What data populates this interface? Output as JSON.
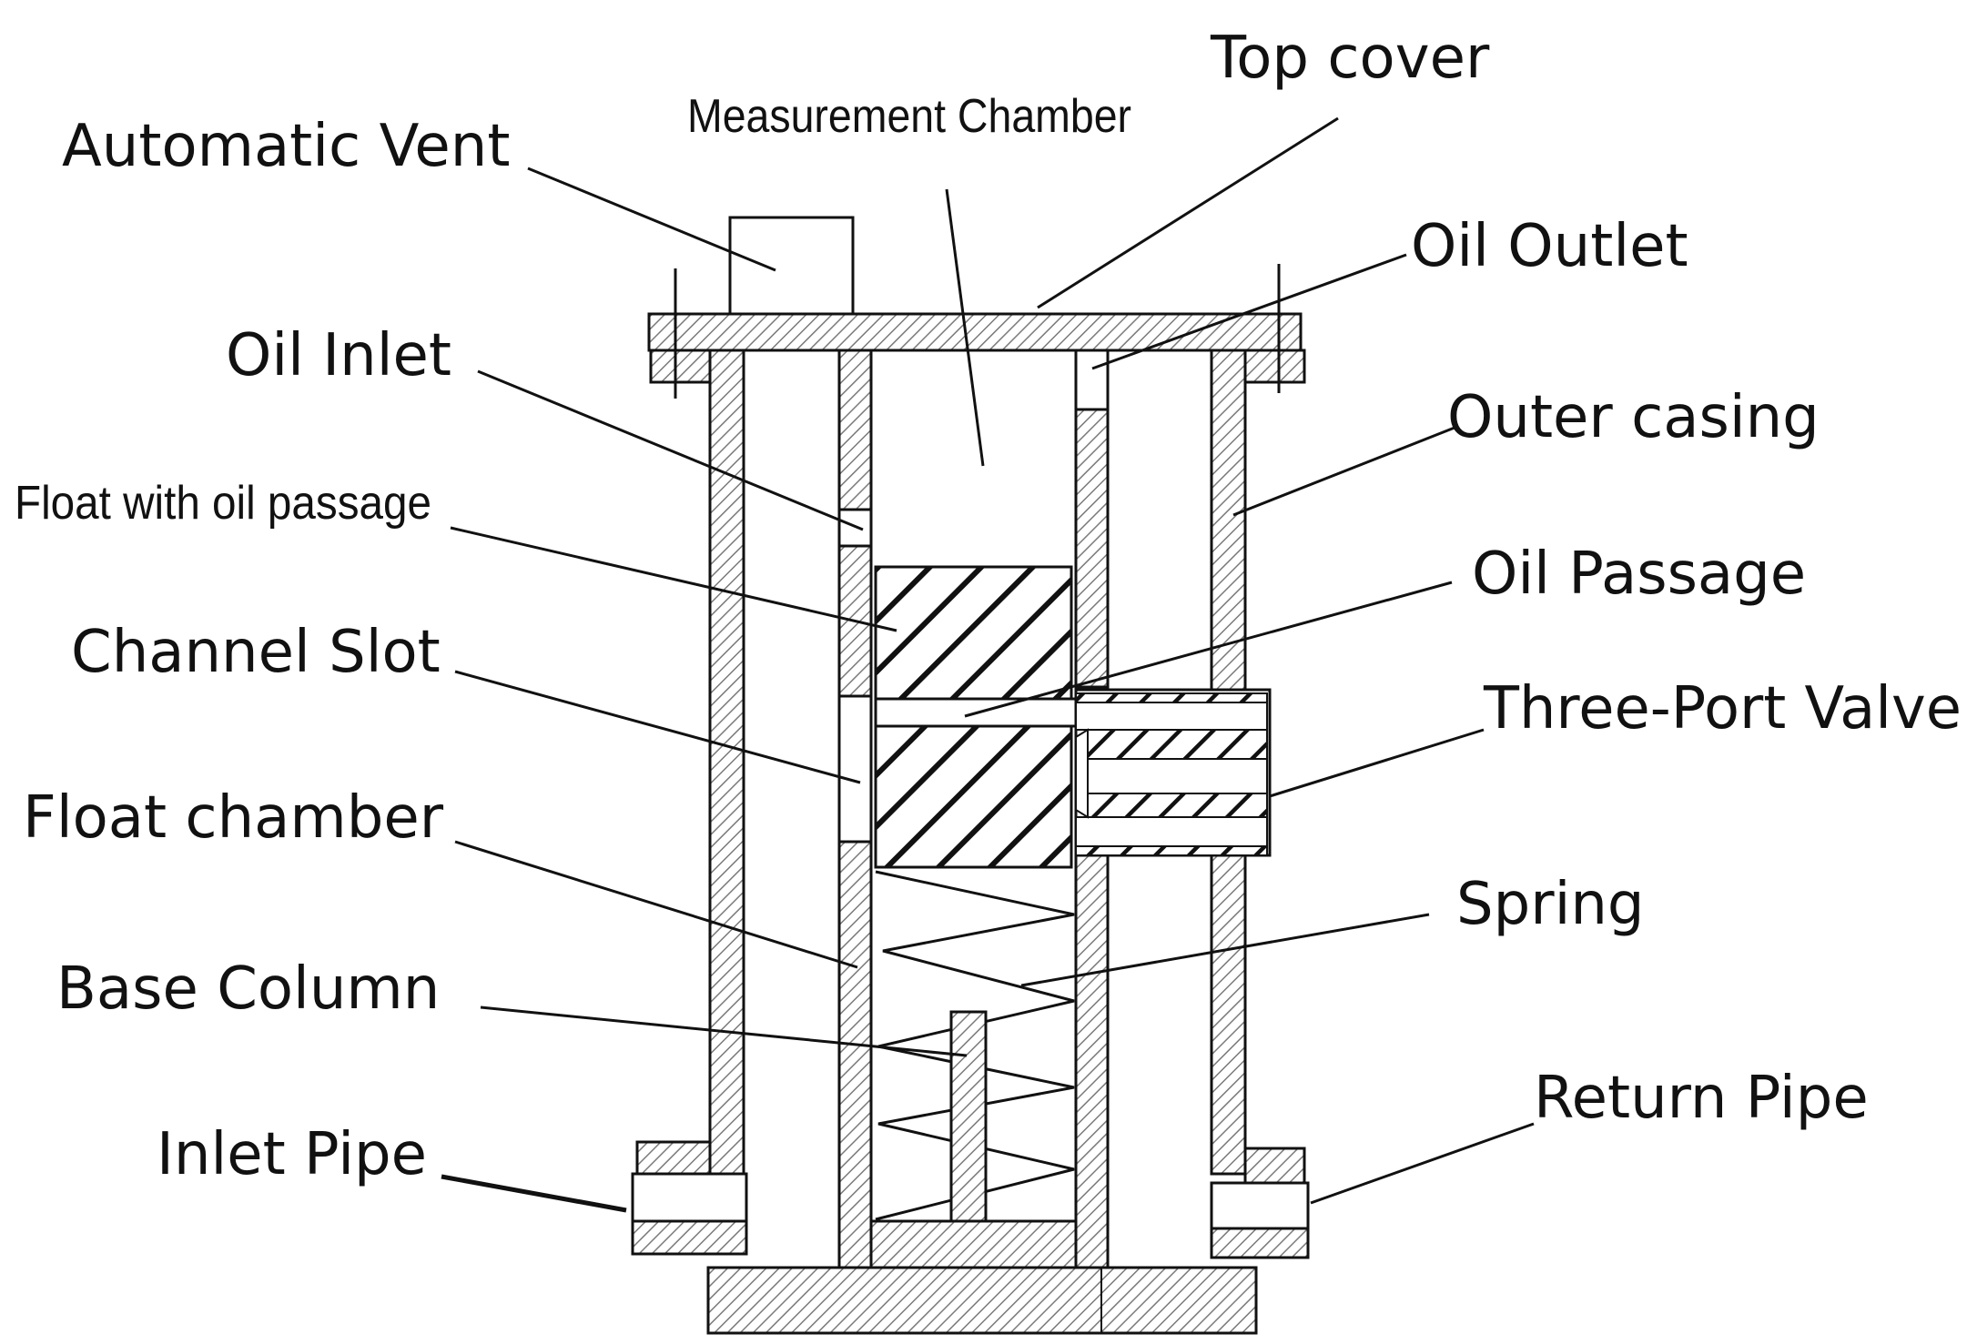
{
  "diagram": {
    "labels": {
      "automatic_vent": "Automatic Vent",
      "measurement_chamber": "Measurement Chamber",
      "top_cover": "Top cover",
      "oil_outlet": "Oil Outlet",
      "oil_inlet": "Oil Inlet",
      "outer_casing": "Outer casing",
      "float_with_oil_passage": "Float with oil passage",
      "oil_passage": "Oil Passage",
      "channel_slot": "Channel Slot",
      "three_port_valve": "Three-Port Valve",
      "float_chamber": "Float chamber",
      "spring": "Spring",
      "base_column": "Base Column",
      "return_pipe": "Return Pipe",
      "inlet_pipe": "Inlet Pipe"
    },
    "colors": {
      "line": "#111111",
      "hatch_light": "#7a7a7a",
      "background": "#ffffff"
    }
  }
}
